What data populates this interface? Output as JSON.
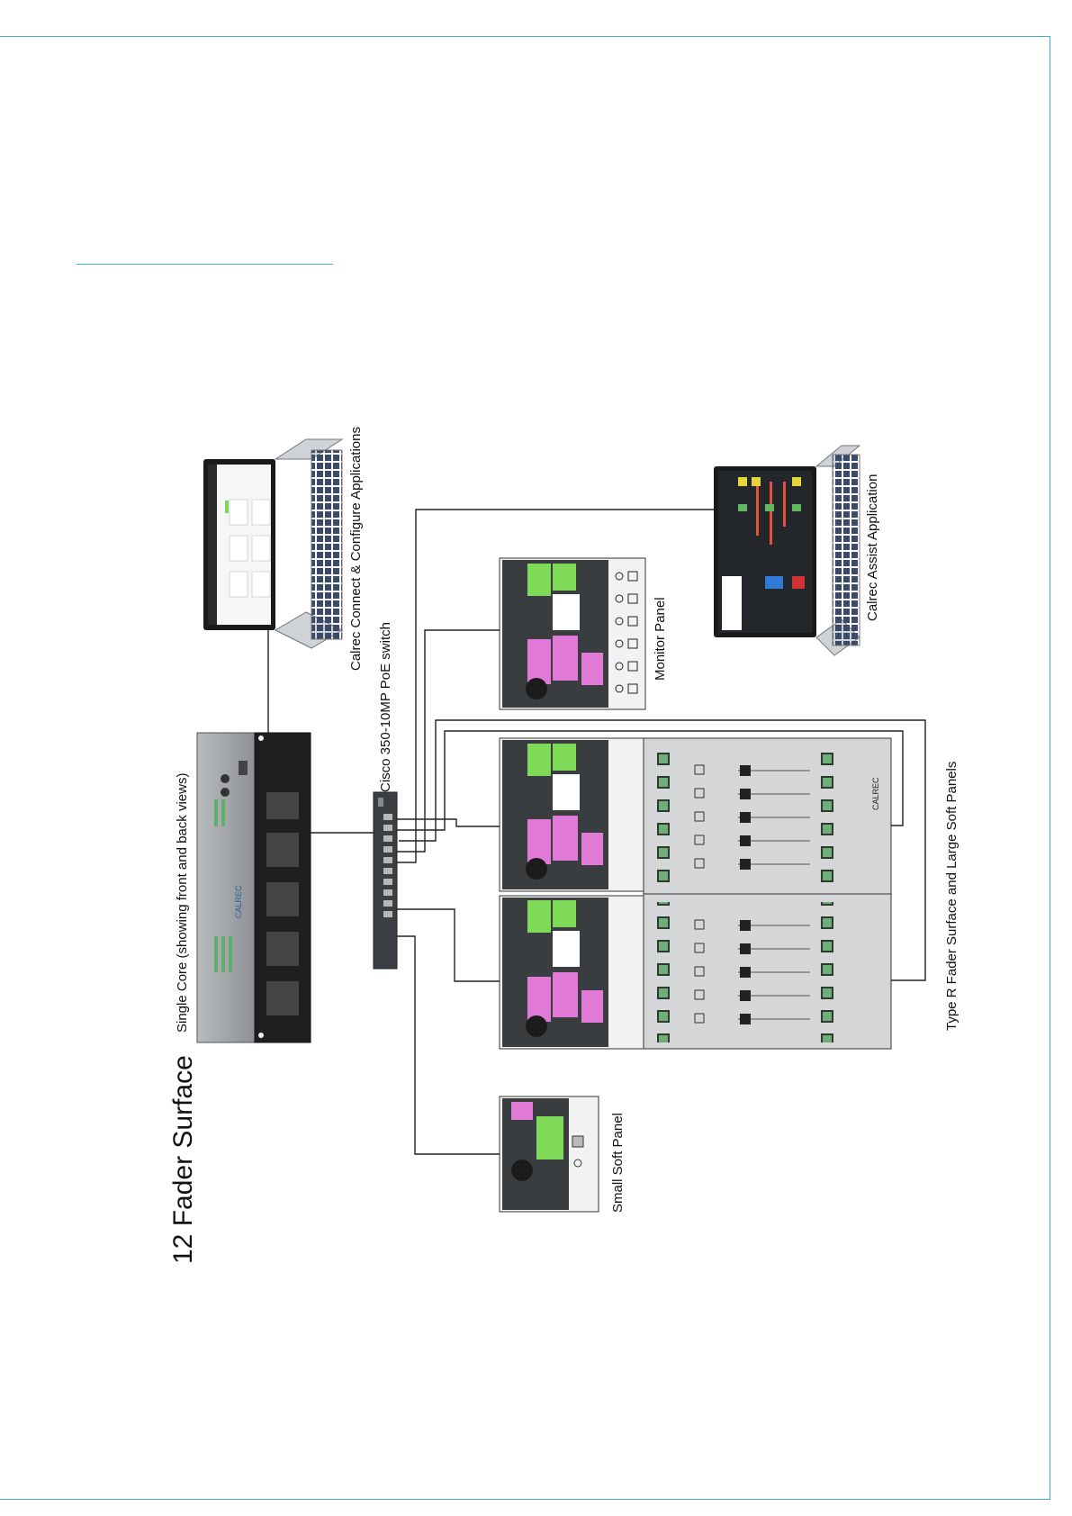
{
  "title": "12 Fader Surface",
  "labels": {
    "core": "Single Core (showing front and back views)",
    "laptop_connect": "Calrec Connect & Configure Applications",
    "switch": "Cisco 350-10MP PoE switch",
    "monitor": "Monitor Panel",
    "laptop_assist": "Calrec Assist Application",
    "fader": "Type R Fader Surface and Large Soft Panels",
    "small": "Small Soft Panel"
  },
  "brand": "CALREC",
  "colors": {
    "accent": "#3ab3c4",
    "screen_green": "#7ed957",
    "screen_pink": "#e07ad6",
    "panel_grey": "#d4d6d8"
  }
}
